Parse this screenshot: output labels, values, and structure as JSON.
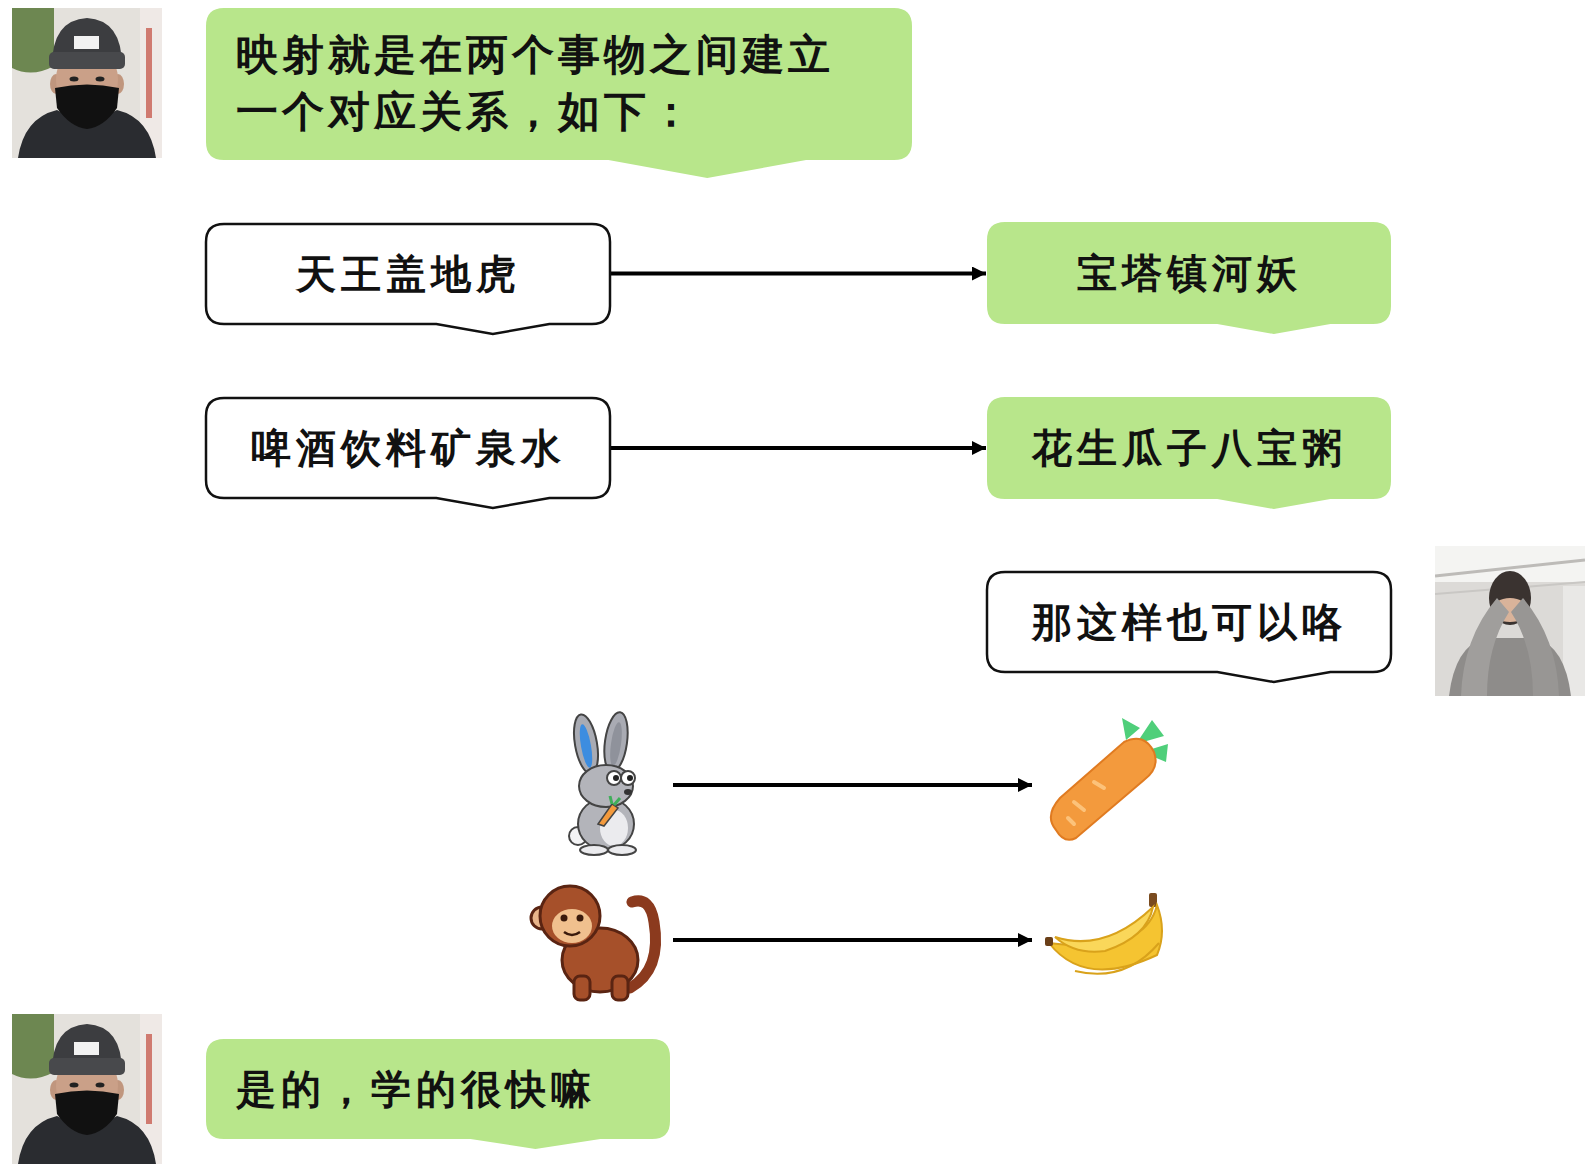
{
  "diagram": {
    "nodes": [
      {
        "text": [
          "映射就是在两个事物之间建立 一个对应关系，如下："
        ]
      },
      {
        "text": [
          "天王盖地虎"
        ]
      },
      {
        "text": [
          "宝塔镇河妖"
        ]
      },
      {
        "text": [
          "啤酒饮料矿泉水"
        ]
      },
      {
        "text": [
          "花生瓜子八宝粥"
        ]
      },
      {
        "text": [
          "那这样也可以咯"
        ]
      },
      {
        "text": [
          "是的，学的很快嘛"
        ]
      }
    ],
    "edges": [
      {
        "from": 1,
        "to": 2,
        "arrow": "to"
      },
      {
        "from": 3,
        "to": 4,
        "arrow": "to"
      }
    ]
  }
}
